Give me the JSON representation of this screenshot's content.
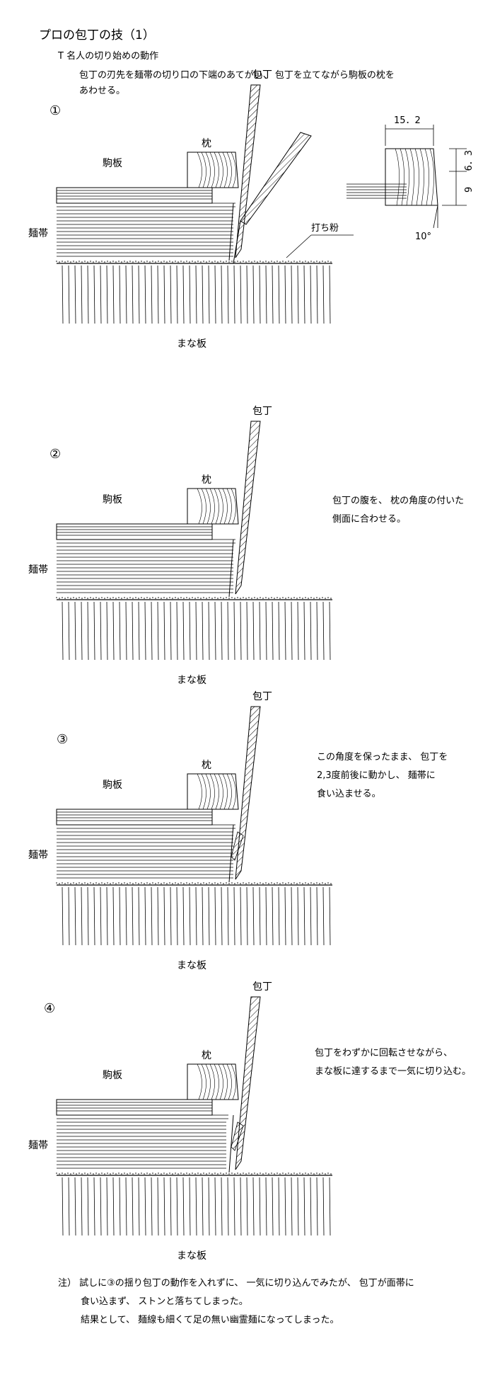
{
  "header": {
    "title": "プロの包丁の技（1）",
    "subtitle": "T 名人の切り始めの動作",
    "intro_line1": "包丁の刃先を麺帯の切り口の下端のあてがい、 包丁を立てながら駒板の枕を",
    "intro_line2": "あわせる。"
  },
  "labels": {
    "komaita": "駒板",
    "makura": "枕",
    "houchou": "包丁",
    "mentai": "麺帯",
    "manaita": "まな板",
    "uchiko": "打ち粉"
  },
  "dimensions": {
    "width": "15．2",
    "height_top": "6．3",
    "height_bottom": "9",
    "angle": "10°"
  },
  "steps": [
    {
      "number": "①"
    },
    {
      "number": "②",
      "caption_line1": "包丁の腹を、 枕の角度の付いた",
      "caption_line2": "側面に合わせる。"
    },
    {
      "number": "③",
      "caption_line1": "この角度を保ったまま、 包丁を",
      "caption_line2": "2,3度前後に動かし、 麺帯に",
      "caption_line3": "食い込ませる。"
    },
    {
      "number": "④",
      "caption_line1": "包丁をわずかに回転させながら、",
      "caption_line2": "まな板に達するまで一気に切り込む。"
    }
  ],
  "note": {
    "line1": "注）  試しに③の揺り包丁の動作を入れずに、 一気に切り込んでみたが、 包丁が面帯に",
    "line2": "食い込まず、 ストンと落ちてしまった。",
    "line3": "結果として、 麺線も細くて足の無い幽霊麺になってしまった。"
  },
  "colors": {
    "ink": "#000000",
    "paper": "#ffffff"
  }
}
